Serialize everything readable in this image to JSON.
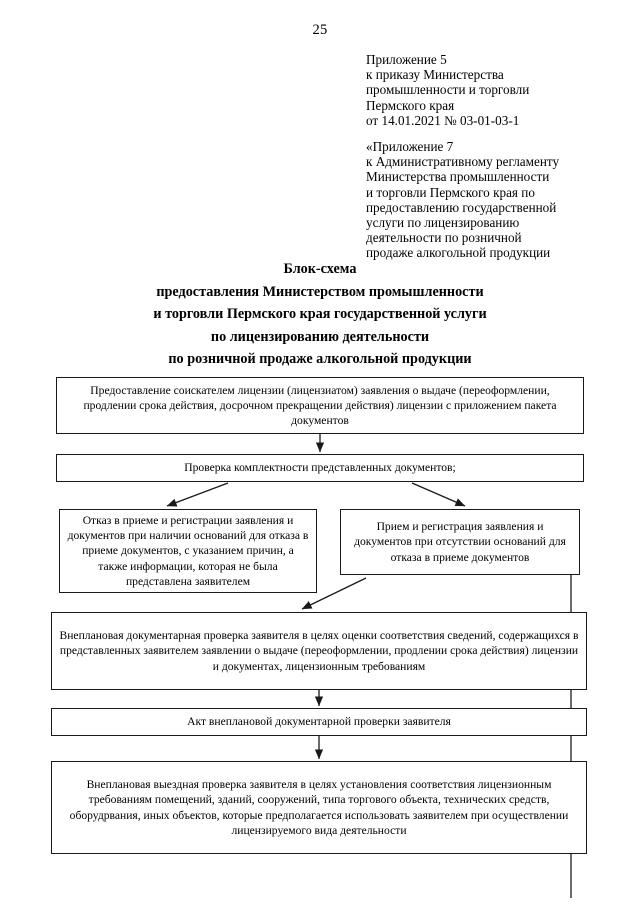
{
  "page": {
    "number": "25"
  },
  "header": {
    "appendix_ref": {
      "line1": "Приложение 5",
      "line2": "к приказу Министерства",
      "line3": "промышленности и торговли",
      "line4": "Пермского края",
      "line5": "от 14.01.2021 № 03-01-03-1"
    },
    "regulation_ref": {
      "line1": "«Приложение 7",
      "line2": "к Административному регламенту",
      "line3": "Министерства промышленности",
      "line4": "и торговли Пермского края по",
      "line5": "предоставлению государственной",
      "line6": "услуги по лицензированию",
      "line7": "деятельности по розничной",
      "line8": "продаже алкогольной продукции"
    }
  },
  "title": {
    "line1": "Блок-схема",
    "line2": "предоставления Министерством промышленности",
    "line3": "и торговли Пермского края государственной услуги",
    "line4": "по лицензированию деятельности",
    "line5": "по розничной продаже алкогольной продукции"
  },
  "flowchart": {
    "nodes": [
      {
        "id": "application",
        "text": "Предоставление соискателем лицензии (лицензиатом) заявления о выдаче (переоформлении, продлении срока действия, досрочном прекращении действия) лицензии с приложением пакета документов"
      },
      {
        "id": "completeness",
        "text": "Проверка комплектности представленных документов;"
      },
      {
        "id": "refusal",
        "text": "Отказ в приеме и регистрации заявления и документов при наличии оснований для отказа в приеме документов, с указанием причин, а также информации, которая не была представлена заявителем"
      },
      {
        "id": "acceptance",
        "text": "Прием и регистрация заявления и документов при отсутствии оснований для отказа в приеме документов"
      },
      {
        "id": "desk-check",
        "text": "Внеплановая документарная проверка заявителя в целях оценки соответствия сведений, содержащихся в представленных заявителем  заявлении о выдаче (переоформлении, продлении срока действия) лицензии и документах, лицензионным требованиям"
      },
      {
        "id": "desk-act",
        "text": "Акт внеплановой документарной проверки заявителя"
      },
      {
        "id": "field-check",
        "text": "Внеплановая выездная проверка заявителя в целях установления соответствия лицензионным требованиям помещений, зданий, сооружений, типа торгового объекта, технических средств, оборудрвания, иных объектов, которые предполагается использовать заявителем при осуществлении лицензируемого вида деятельности"
      }
    ]
  },
  "colors": {
    "ink": "#1a1a1a",
    "paper": "#ffffff"
  }
}
